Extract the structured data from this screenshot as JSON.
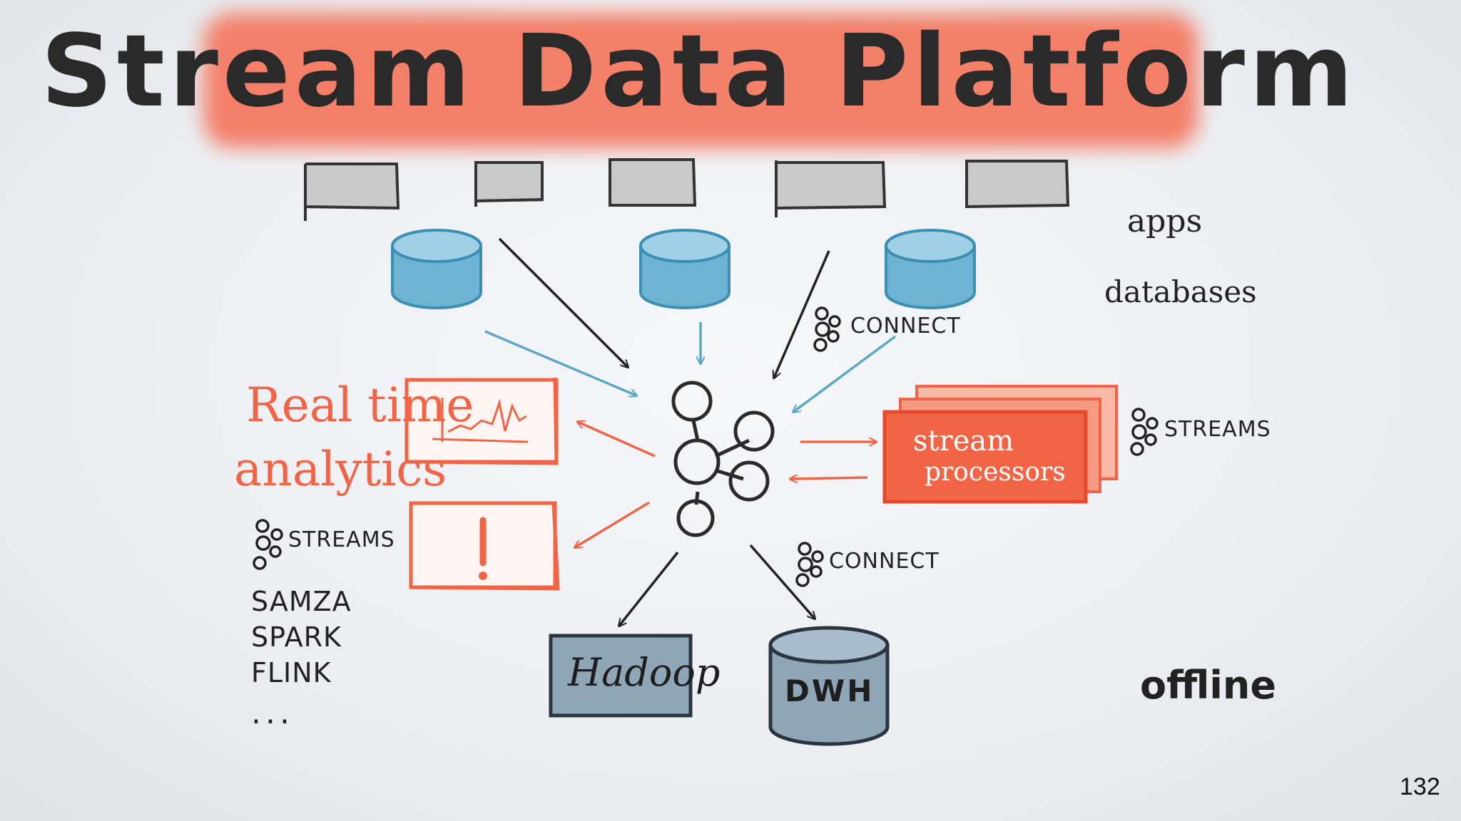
{
  "slide": {
    "title": "Stream Data Platform",
    "page_number": "132"
  },
  "labels": {
    "apps": "apps",
    "databases": "databases",
    "offline": "offline",
    "realtime_line1": "Real time",
    "realtime_line2": "analytics",
    "stream_processors_line1": "stream",
    "stream_processors_line2": "processors",
    "hadoop": "Hadoop",
    "dwh": "DWH"
  },
  "kafka_tags": {
    "connect_top": "CONNECT",
    "streams_right": "STREAMS",
    "streams_left": "STREAMS",
    "connect_bottom": "CONNECT"
  },
  "processing_tools": [
    "SAMZA",
    "SPARK",
    "FLINK",
    "..."
  ],
  "colors": {
    "accent_orange": "#f26446",
    "title_wash": "#f4745b",
    "db_blue": "#6fb3d2",
    "storage_slate": "#8ea6b6",
    "app_gray": "#c9c9c9",
    "ink": "#222222"
  },
  "icons": {
    "kafka": "kafka-logo-icon",
    "alert": "exclamation-icon",
    "chart": "line-chart-icon"
  }
}
